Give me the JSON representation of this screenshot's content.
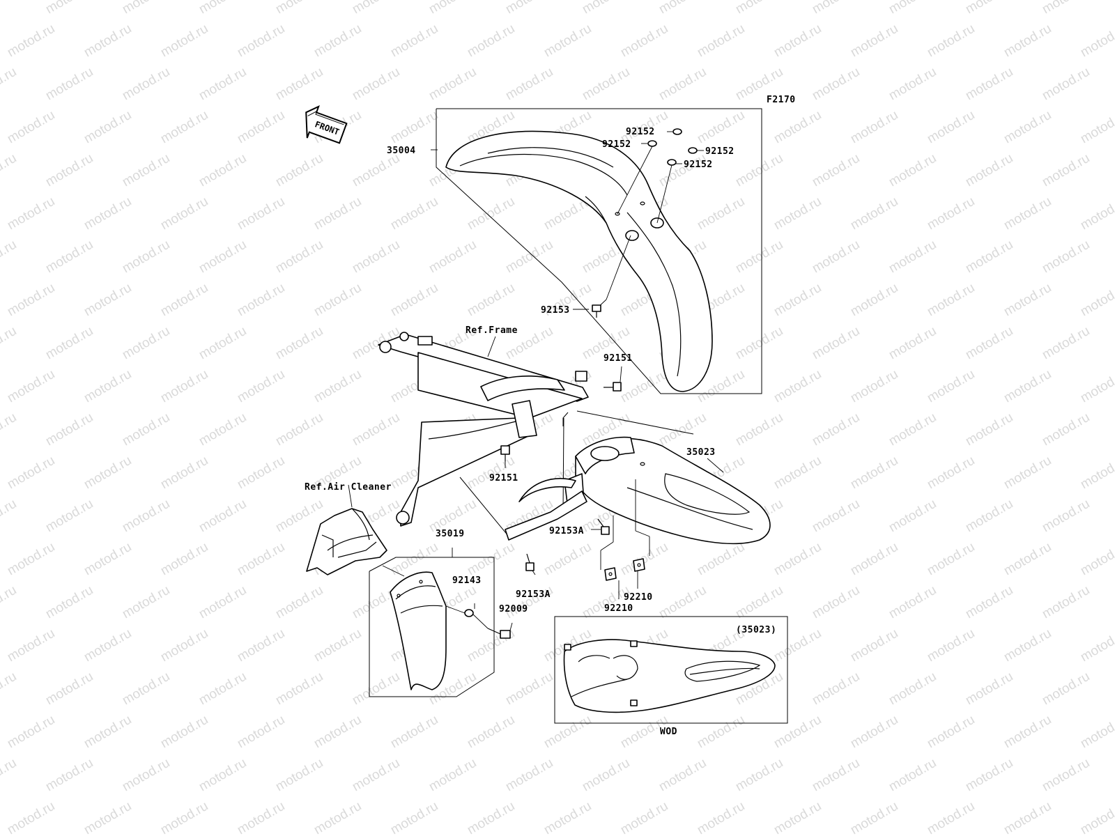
{
  "drawing_code": "F2170",
  "front_label": "FRONT",
  "watermark": "motod.ru",
  "parts": {
    "p35004": "35004",
    "p92152_a": "92152",
    "p92152_b": "92152",
    "p92152_c": "92152",
    "p92152_d": "92152",
    "p92153": "92153",
    "ref_frame": "Ref.Frame",
    "p92151_a": "92151",
    "p92151_b": "92151",
    "p35023": "35023",
    "ref_air_cleaner": "Ref.Air Cleaner",
    "p35019": "35019",
    "p92143": "92143",
    "p92009": "92009",
    "p92153A_a": "92153A",
    "p92153A_b": "92153A",
    "p92210_a": "92210",
    "p92210_b": "92210"
  },
  "inset": {
    "ref_part": "(35023)",
    "variant": "WOD"
  }
}
